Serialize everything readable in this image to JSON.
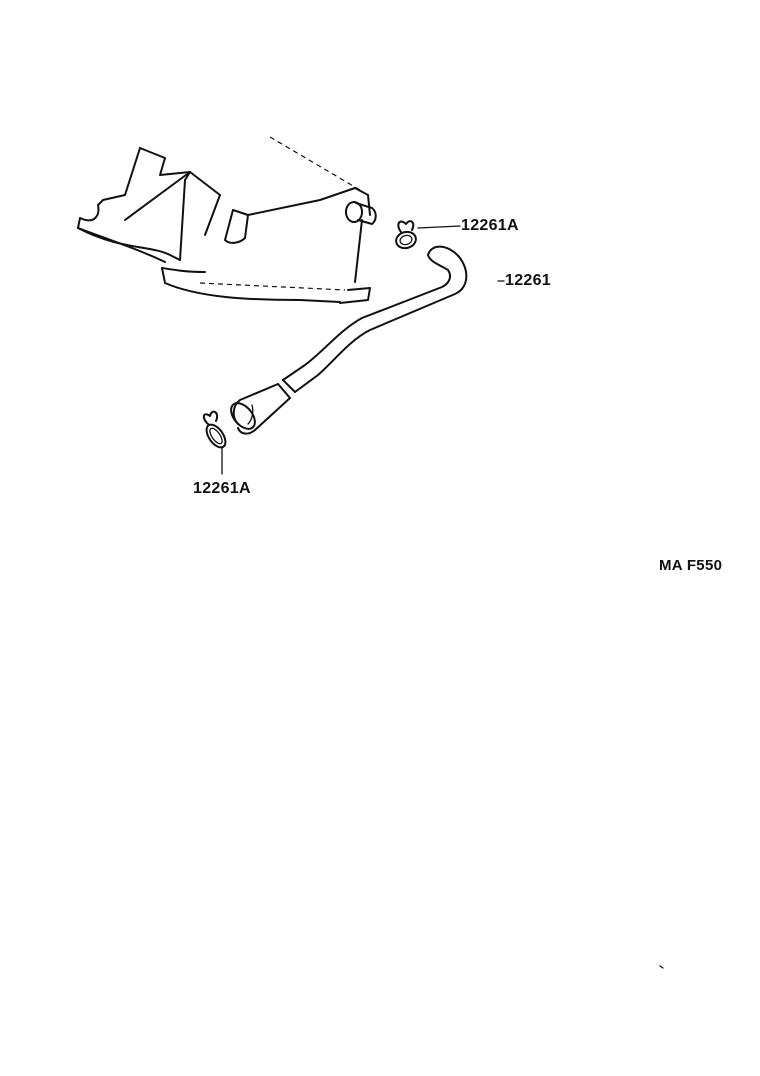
{
  "parts": {
    "clamp_top": {
      "number": "12261A"
    },
    "hose": {
      "number": "12261"
    },
    "clamp_bottom": {
      "number": "12261A"
    }
  },
  "diagram_code": "MA F550",
  "colors": {
    "ink": "#111111",
    "paper": "#ffffff"
  }
}
